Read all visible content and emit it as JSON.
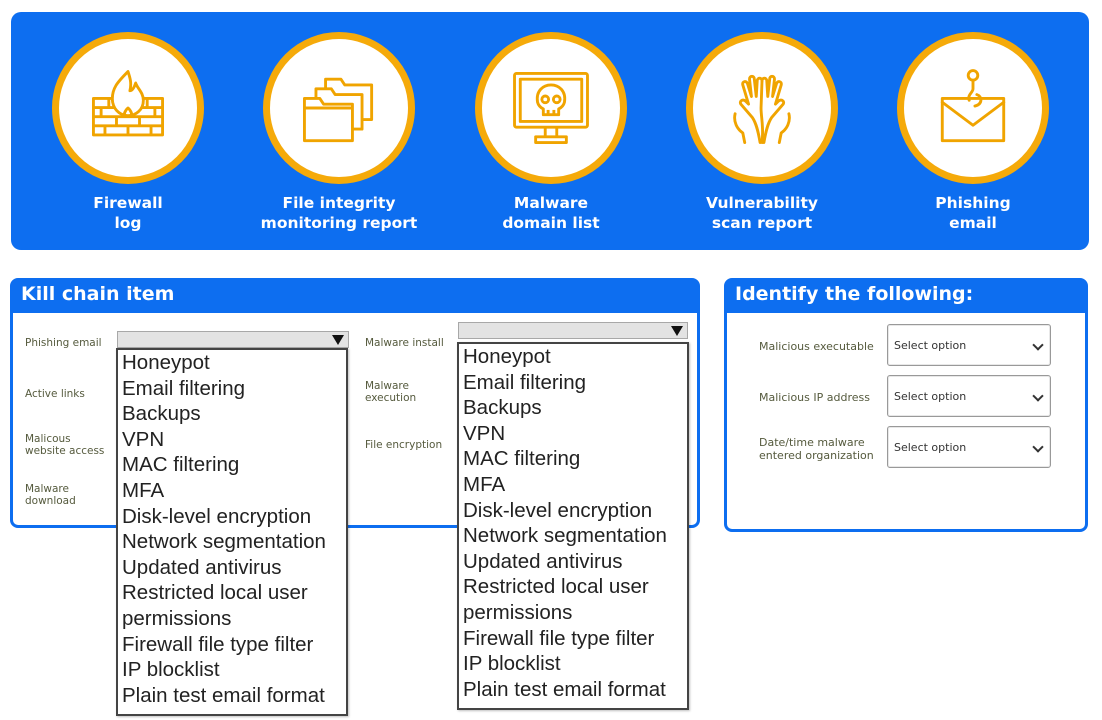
{
  "colors": {
    "banner_blue": "#0d6ef0",
    "ring_orange": "#f5aa0a",
    "icon_orange": "#f0a400"
  },
  "artifacts": [
    {
      "label_line1": "Firewall",
      "label_line2": "log",
      "icon": "firewall-icon"
    },
    {
      "label_line1": "File integrity",
      "label_line2": "monitoring report",
      "icon": "folders-icon"
    },
    {
      "label_line1": "Malware",
      "label_line2": "domain list",
      "icon": "monitor-skull-icon"
    },
    {
      "label_line1": "Vulnerability",
      "label_line2": "scan report",
      "icon": "open-hands-icon"
    },
    {
      "label_line1": "Phishing",
      "label_line2": "email",
      "icon": "envelope-hook-icon"
    }
  ],
  "kill_chain": {
    "title": "Kill chain item",
    "left_items": [
      {
        "label_line1": "Phishing email",
        "label_line2": ""
      },
      {
        "label_line1": "Active links",
        "label_line2": ""
      },
      {
        "label_line1": "Malicous",
        "label_line2": "website access"
      },
      {
        "label_line1": "Malware",
        "label_line2": "download"
      }
    ],
    "right_items": [
      {
        "label_line1": "Malware install",
        "label_line2": ""
      },
      {
        "label_line1": "Malware",
        "label_line2": "execution"
      },
      {
        "label_line1": "File encryption",
        "label_line2": ""
      }
    ],
    "dropdown_options": [
      "Honeypot",
      "Email filtering",
      "Backups",
      "VPN",
      "MAC filtering",
      "MFA",
      "Disk-level encryption",
      "Network segmentation",
      "Updated antivirus",
      "Restricted local user",
      "permissions",
      "Firewall file type filter",
      "IP blocklist",
      "Plain test email format"
    ]
  },
  "identify": {
    "title": "Identify the following:",
    "rows": [
      {
        "label_line1": "Malicious executable",
        "label_line2": "",
        "value": "Select option"
      },
      {
        "label_line1": "Malicious IP address",
        "label_line2": "",
        "value": "Select option"
      },
      {
        "label_line1": "Date/time malware",
        "label_line2": "entered organization",
        "value": "Select option"
      }
    ]
  }
}
